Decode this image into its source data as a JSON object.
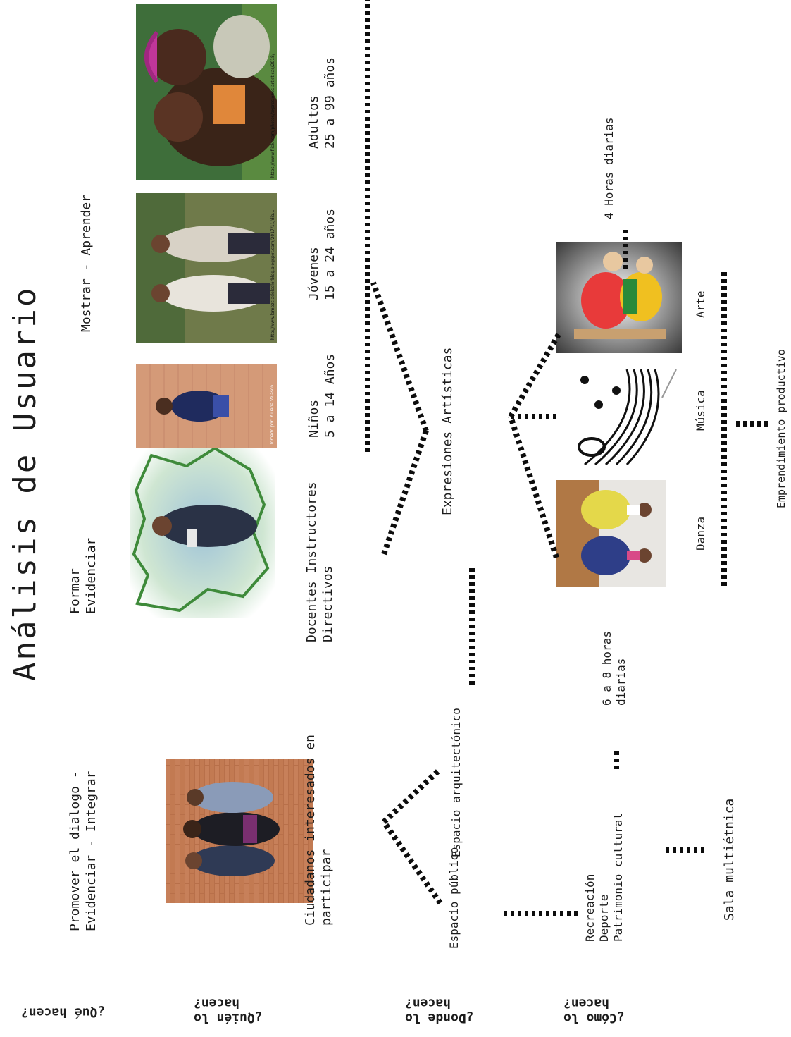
{
  "title": "Análisis de Usuario",
  "row_labels": {
    "que": "¿Qué hacen?",
    "quien": "¿Quién lo\nhacen?",
    "donde": "¿Donde lo\nhacen?",
    "como": "¿Cómo lo\nhacen?"
  },
  "que": {
    "ciudadanos": "Promover el dialogo -\nEvidenciar - Integrar",
    "docentes": "Formar\nEvidenciar",
    "grupos": "Mostrar - Aprender"
  },
  "quien": {
    "ciudadanos": "Ciudadanos interesados en\nparticipar",
    "docentes": "Docentes Instructores\nDirectivos",
    "ninos": "Niños\n5 a 14 Años",
    "jovenes": "Jóvenes\n15 a 24 años",
    "adultos": "Adultos\n25 a 99 años"
  },
  "photo_captions": {
    "ninos": "Tomado por: Yuliana Velasco",
    "jovenes": "http://www.lamezcladelcolorblog.blogspot.com/2017/11/dia...",
    "adultos": "https://www.flickr.com/photos/expresiones-artisticas/2018/"
  },
  "donde": {
    "espacio_publico": "Espacio público",
    "espacio_arquitectonico": "Espacio arquitectónico",
    "expresiones": "Expresiones Artísticas",
    "danza": "Danza",
    "musica": "Música",
    "arte": "Arte"
  },
  "como": {
    "actividades": "Recreación\nDeporte\nPatrimonio cultural",
    "horas_6_8": "6 a 8 horas\ndiarias",
    "sala": "Sala multiétnica",
    "emprendimiento": "Emprendimiento productivo",
    "horas_4": "4 Horas diarias"
  },
  "colors": {
    "line": "#0d0d0d",
    "text": "#1c1c1c",
    "brick": "#b8704a",
    "floor": "#b07845",
    "leaf": "#3e7a2e"
  }
}
